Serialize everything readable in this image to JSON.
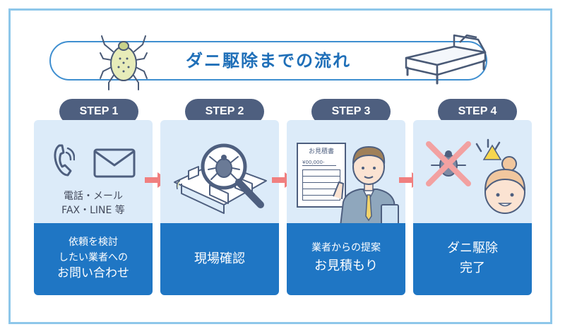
{
  "title": "ダニ駆除までの流れ",
  "steps": [
    {
      "label": "STEP 1",
      "contact_lines": [
        "電話・メール",
        "FAX・LINE 等"
      ],
      "description_lines": [
        "依頼を検討",
        "したい業者への",
        "お問い合わせ"
      ]
    },
    {
      "label": "STEP 2",
      "description_lines": [
        "現場確認"
      ]
    },
    {
      "label": "STEP 3",
      "estimate_doc_title": "お見積書",
      "estimate_doc_amount": "¥00,000-",
      "description_lines": [
        "業者からの提案",
        "お見積もり"
      ]
    },
    {
      "label": "STEP 4",
      "description_lines": [
        "ダニ駆除",
        "完了"
      ]
    }
  ],
  "colors": {
    "frame": "#8ec7ea",
    "title": "#1f6fb8",
    "card_bg": "#dcebf9",
    "card_bottom": "#1f76c4",
    "step_pill": "#4e5f7f",
    "arrow": "#f07f7f"
  },
  "icons": [
    "mite-icon",
    "bed-icon",
    "phone-icon",
    "mail-icon",
    "magnifier-icon",
    "estimate-document-icon",
    "worker-avatar",
    "crossed-mite-icon",
    "woman-avatar"
  ]
}
